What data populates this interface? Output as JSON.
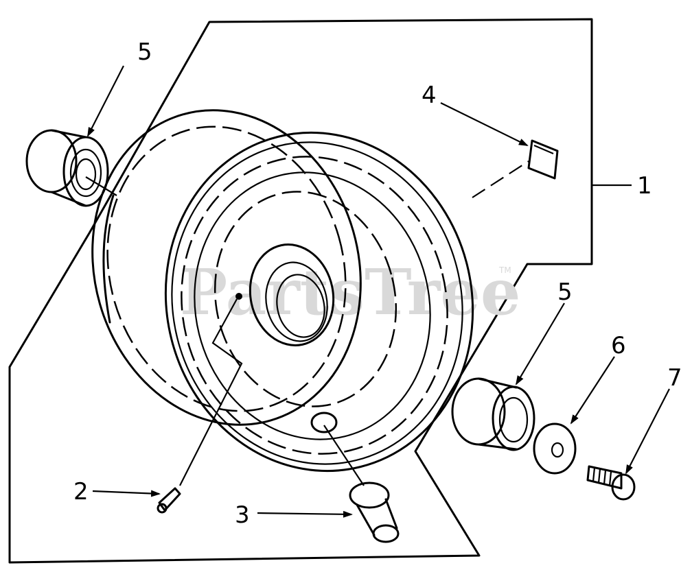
{
  "diagram": {
    "watermark": "PartsTree",
    "watermark_tm": "TM",
    "callouts": {
      "c1": "1",
      "c2": "2",
      "c3": "3",
      "c4": "4",
      "c5a": "5",
      "c5b": "5",
      "c6": "6",
      "c7": "7"
    }
  }
}
